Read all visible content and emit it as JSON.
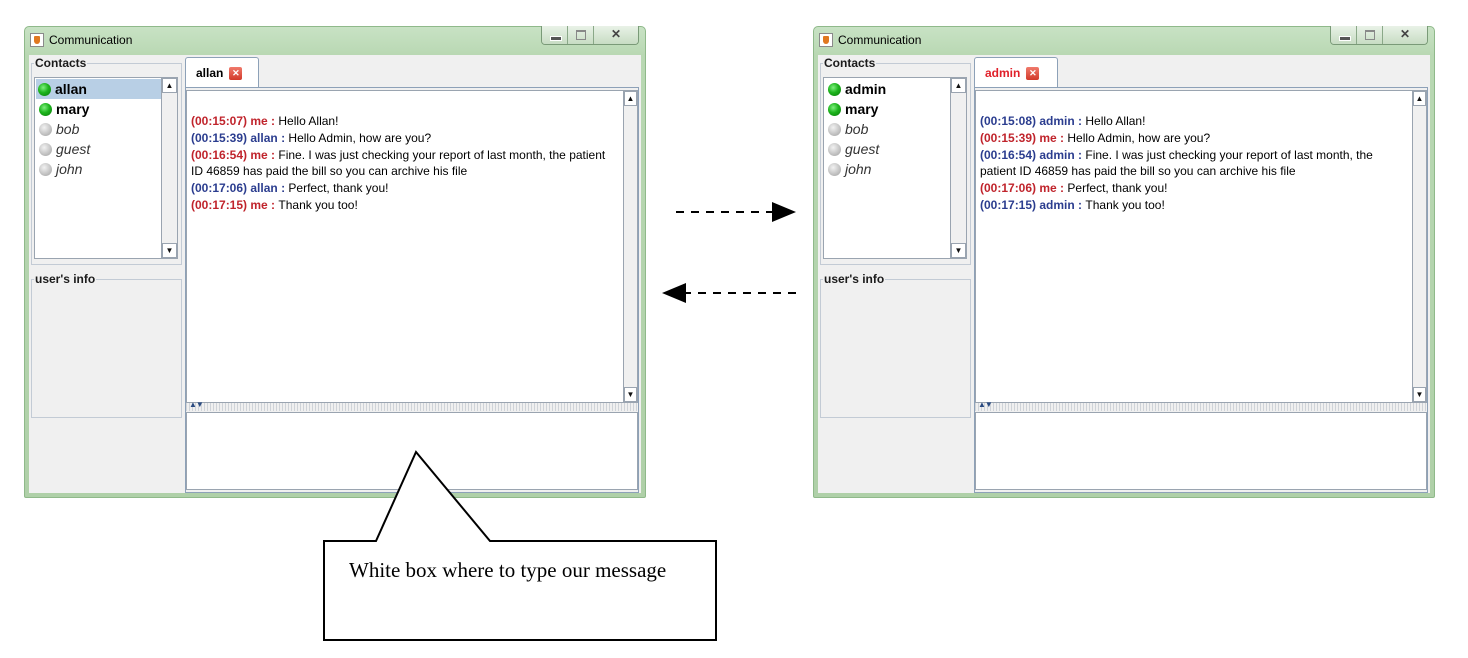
{
  "left_window": {
    "title": "Communication",
    "contacts_label": "Contacts",
    "users_info_label": "user's info",
    "contacts": [
      {
        "name": "allan",
        "status": "online",
        "selected": true
      },
      {
        "name": "mary",
        "status": "online",
        "selected": false
      },
      {
        "name": "bob",
        "status": "offline",
        "selected": false
      },
      {
        "name": "guest",
        "status": "offline",
        "selected": false
      },
      {
        "name": "john",
        "status": "offline",
        "selected": false
      }
    ],
    "tab": {
      "label": "allan",
      "color": "#000000"
    },
    "messages": [
      {
        "time": "(00:15:07)",
        "sender": "me",
        "text": "Hello Allan!",
        "color": "red"
      },
      {
        "time": "(00:15:39)",
        "sender": "allan",
        "text": "Hello Admin, how are you?",
        "color": "blue"
      },
      {
        "time": "(00:16:54)",
        "sender": "me",
        "text": "Fine. I was just checking your report of last month, the patient ID 46859 has paid the bill so you can archive his file",
        "color": "red"
      },
      {
        "time": "(00:17:06)",
        "sender": "allan",
        "text": "Perfect, thank you!",
        "color": "blue"
      },
      {
        "time": "(00:17:15)",
        "sender": "me",
        "text": "Thank you too!",
        "color": "red"
      }
    ],
    "message_input_value": ""
  },
  "right_window": {
    "title": "Communication",
    "contacts_label": "Contacts",
    "users_info_label": "user's info",
    "contacts": [
      {
        "name": "admin",
        "status": "online",
        "selected": false
      },
      {
        "name": "mary",
        "status": "online",
        "selected": false
      },
      {
        "name": "bob",
        "status": "offline",
        "selected": false
      },
      {
        "name": "guest",
        "status": "offline",
        "selected": false
      },
      {
        "name": "john",
        "status": "offline",
        "selected": false
      }
    ],
    "tab": {
      "label": "admin",
      "color": "#e0202a"
    },
    "messages": [
      {
        "time": "(00:15:08)",
        "sender": "admin",
        "text": "Hello Allan!",
        "color": "blue"
      },
      {
        "time": "(00:15:39)",
        "sender": "me",
        "text": "Hello Admin, how are you?",
        "color": "red"
      },
      {
        "time": "(00:16:54)",
        "sender": "admin",
        "text": "Fine. I was just checking your report of last month, the patient ID 46859 has paid the bill so you can archive his file",
        "color": "blue"
      },
      {
        "time": "(00:17:06)",
        "sender": "me",
        "text": "Perfect, thank you!",
        "color": "red"
      },
      {
        "time": "(00:17:15)",
        "sender": "admin",
        "text": "Thank you too!",
        "color": "blue"
      }
    ],
    "message_input_value": ""
  },
  "callout": {
    "text": "White box where to type our message"
  },
  "colors": {
    "me_red": "#c0242c",
    "peer_blue": "#2b3d8f",
    "online_green": "#1db41d",
    "selected_row": "#b8cfe5"
  }
}
